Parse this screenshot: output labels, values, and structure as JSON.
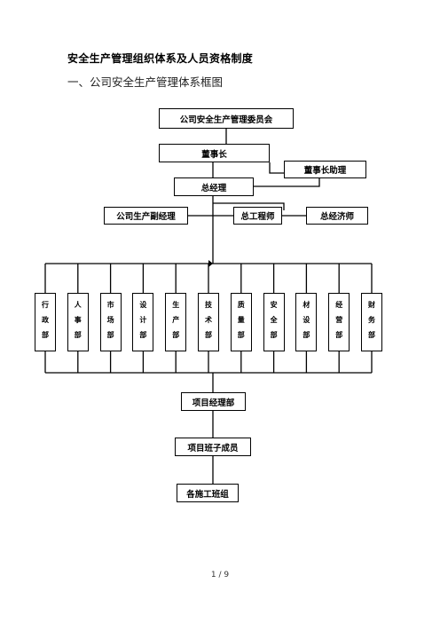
{
  "title": "安全生产管理组织体系及人员资格制度",
  "subtitle": "一、公司安全生产管理体系框图",
  "org": {
    "committee": "公司安全生产管理委员会",
    "chairman": "董事长",
    "chairman_assistant": "董事长助理",
    "general_manager": "总经理",
    "deputy_gm_production": "公司生产副经理",
    "chief_engineer": "总工程师",
    "chief_economist": "总经济师",
    "departments": [
      [
        "行",
        "政",
        "部"
      ],
      [
        "人",
        "事",
        "部"
      ],
      [
        "市",
        "场",
        "部"
      ],
      [
        "设",
        "计",
        "部"
      ],
      [
        "生",
        "产",
        "部"
      ],
      [
        "技",
        "术",
        "部"
      ],
      [
        "质",
        "量",
        "部"
      ],
      [
        "安",
        "全",
        "部"
      ],
      [
        "材",
        "设",
        "部"
      ],
      [
        "经",
        "营",
        "部"
      ],
      [
        "财",
        "务",
        "部"
      ]
    ],
    "project_manager_dept": "项目经理部",
    "project_team_members": "项目班子成员",
    "construction_teams": "各施工班组"
  },
  "page_number": "1 / 9"
}
